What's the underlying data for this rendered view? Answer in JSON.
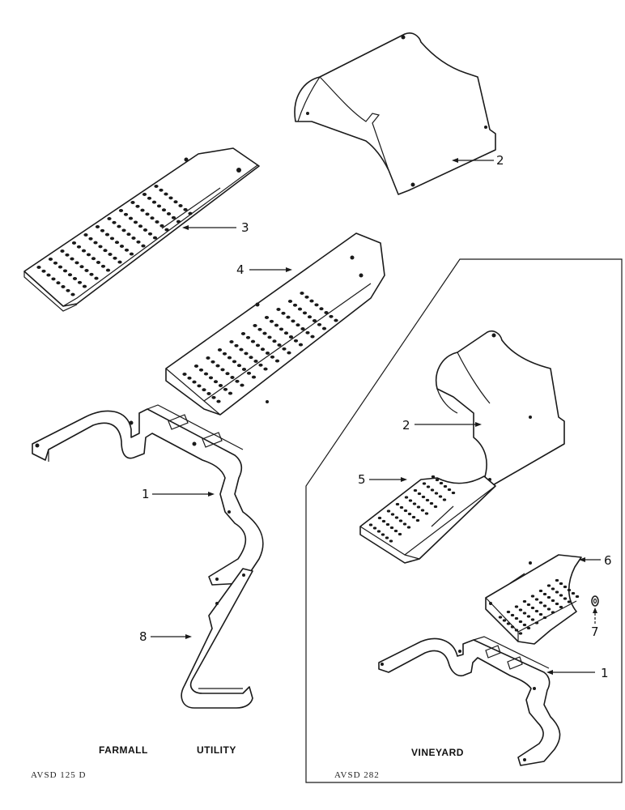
{
  "callouts": {
    "upper_2": "2",
    "upper_3": "3",
    "upper_4": "4",
    "upper_1": "1",
    "upper_8": "8",
    "inset_2": "2",
    "inset_5": "5",
    "inset_6": "6",
    "inset_7": "7",
    "inset_1": "1"
  },
  "captions": {
    "farmall": "FARMALL",
    "utility": "UTILITY",
    "vineyard": "VINEYARD"
  },
  "codes": {
    "left": "AVSD 125 D",
    "right": "AVSD 282"
  }
}
